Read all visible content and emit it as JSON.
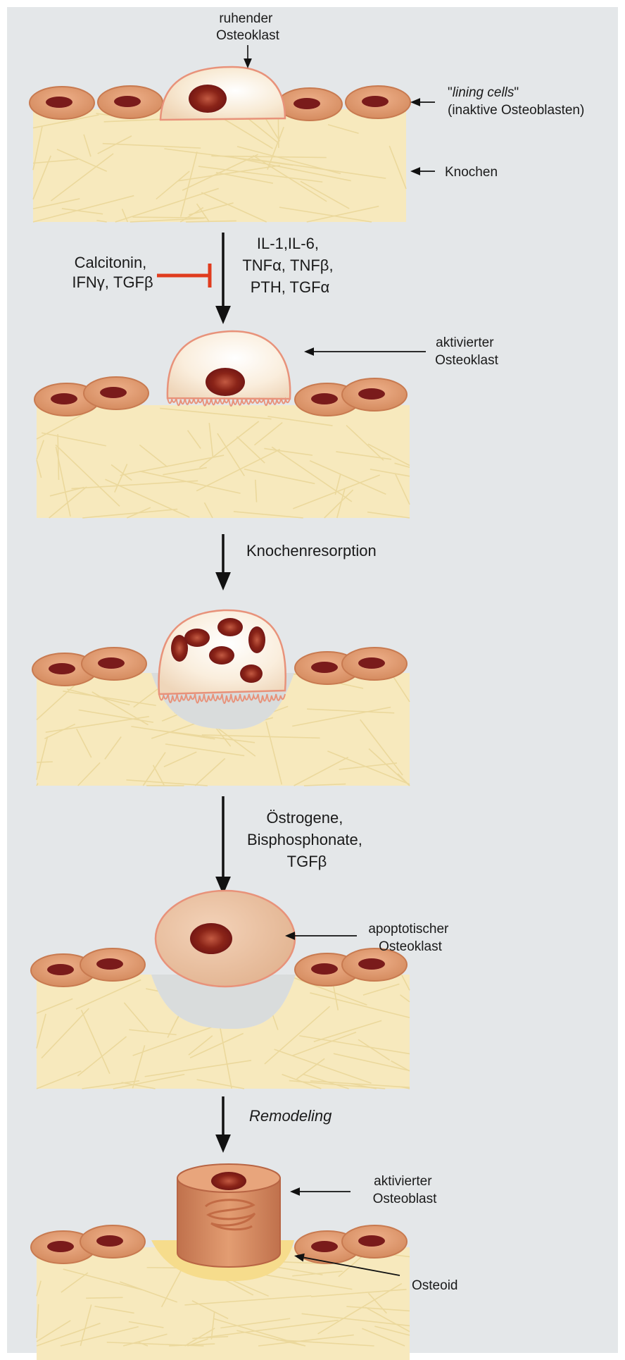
{
  "colors": {
    "background": "#e4e7e9",
    "bone": "#f7e9bd",
    "bone_fiber": "#ebd89c",
    "cell_fill": "#dd9a6f",
    "cell_outline": "#c87a50",
    "nucleus": "#7a1b1b",
    "osteoclast_outline": "#e8927a",
    "inhibit_bar": "#e03c1e",
    "arrow": "#111111",
    "osteoid": "#f6dc8c"
  },
  "stage1": {
    "osteoclast_label_line1": "ruhender",
    "osteoclast_label_line2": "Osteoklast",
    "lining_label_prefix": "\"",
    "lining_label_italic": "lining cells",
    "lining_label_suffix": "\"",
    "lining_label_line2": "(inaktive Osteoblasten)",
    "bone_label": "Knochen"
  },
  "step1": {
    "inhibitors_line1": "Calcitonin,",
    "inhibitors_line2": "IFNγ, TGFβ",
    "activators_line1": "IL-1,IL-6,",
    "activators_line2": "TNFα, TNFβ,",
    "activators_line3": "PTH, TGFα"
  },
  "stage2": {
    "label_line1": "aktivierter",
    "label_line2": "Osteoklast"
  },
  "step2": {
    "label": "Knochenresorption"
  },
  "step3": {
    "line1": "Östrogene,",
    "line2": "Bisphosphonate,",
    "line3": "TGFβ"
  },
  "stage4": {
    "label_line1": "apoptotischer",
    "label_line2": "Osteoklast"
  },
  "step4": {
    "label": "Remodeling"
  },
  "stage5": {
    "osteoblast_label_line1": "aktivierter",
    "osteoblast_label_line2": "Osteoblast",
    "osteoid_label": "Osteoid"
  }
}
